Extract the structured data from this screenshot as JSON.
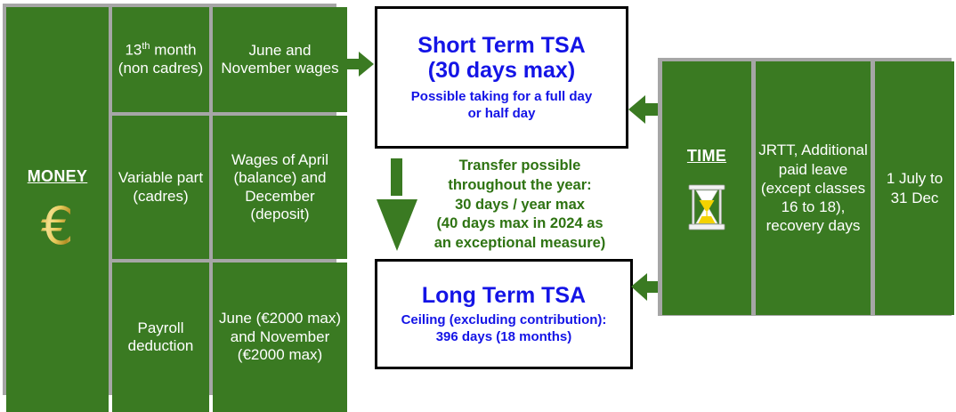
{
  "colors": {
    "green_fill": "#3a7a22",
    "table_border": "#a6a6a6",
    "blue_text": "#1414e6",
    "green_text": "#2e7312",
    "gold": "#e8c95a",
    "box_border": "#000000",
    "white": "#ffffff"
  },
  "money_table": {
    "label": "MONEY",
    "icon": "euro-sign-icon",
    "euro_glyph": "€",
    "rows": [
      {
        "item": {
          "text_before_sup": "13",
          "sup": "th",
          "text_after_sup": "month (non cadres)"
        },
        "timing": "June and November wages"
      },
      {
        "item": "Variable part (cadres)",
        "timing": "Wages of April (balance) and December (deposit)"
      },
      {
        "item": "Payroll deduction",
        "timing": "June (€2000 max) and November (€2000 max)"
      }
    ]
  },
  "short_term_tsa": {
    "title_line1": "Short Term TSA",
    "title_line2": "(30 days max)",
    "subtitle_line1": "Possible taking for a full day",
    "subtitle_line2": "or half day"
  },
  "long_term_tsa": {
    "title": "Long Term TSA",
    "subtitle_line1": "Ceiling (excluding contribution):",
    "subtitle_line2": "396 days (18 months)"
  },
  "transfer_note": {
    "line1": "Transfer possible",
    "line2": "throughout the year:",
    "line3": "30 days / year max",
    "line4": "(40 days max in 2024 as",
    "line5": "an exceptional measure)"
  },
  "time_table": {
    "label": "TIME",
    "icon": "hourglass-icon",
    "source": "JRTT, Additional paid leave (except classes 16 to 18), recovery days",
    "period": "1 July to 31 Dec"
  },
  "arrows": {
    "money_to_short_term": "arrow-right-icon",
    "time_to_short_term": "arrow-left-icon",
    "time_to_long_term": "arrow-left-icon",
    "short_to_long_transfer": "arrow-down-icon"
  }
}
